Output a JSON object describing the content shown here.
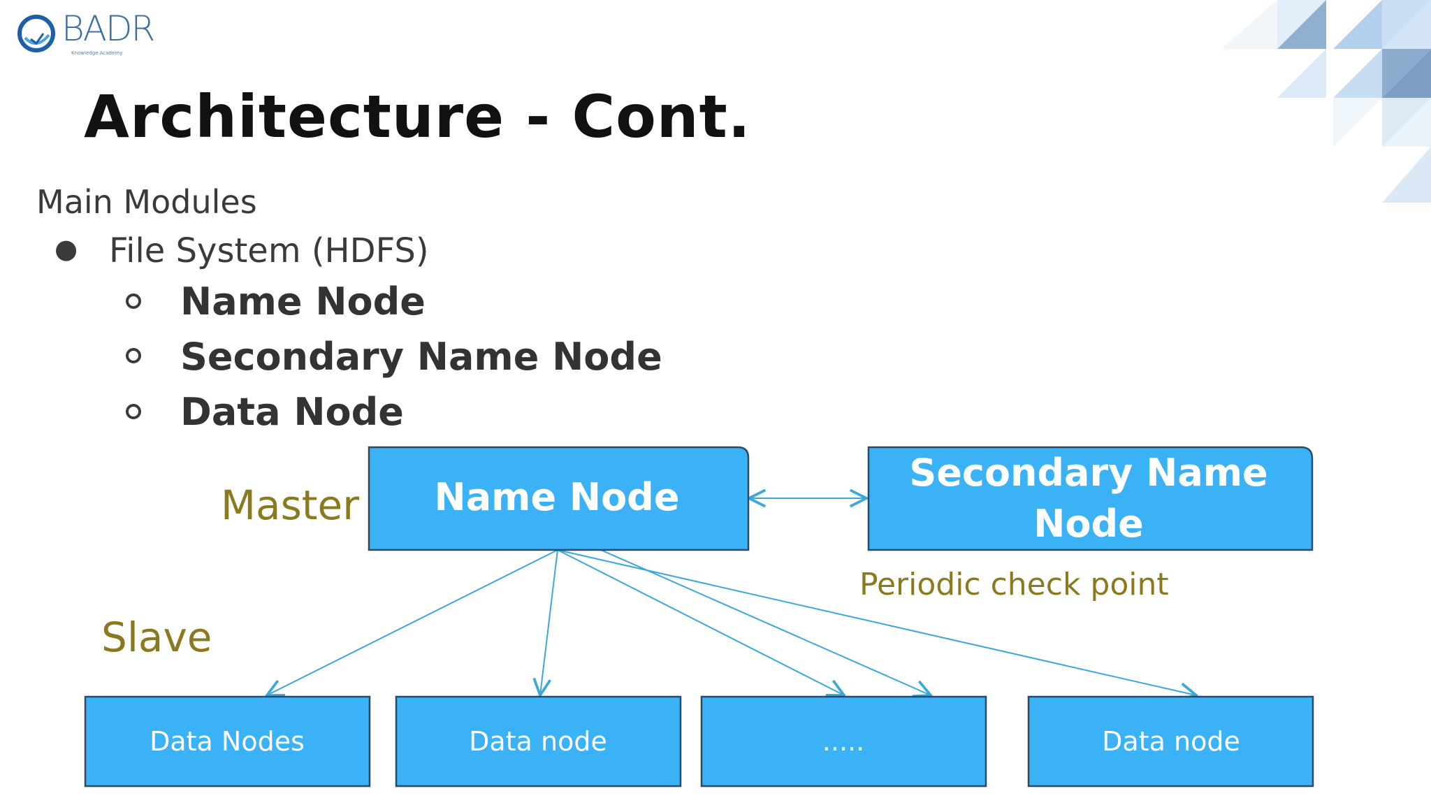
{
  "logo": {
    "text": "BADR",
    "subtext": "Knowledge Academy"
  },
  "title": "Architecture - Cont.",
  "subtitle": "Main Modules",
  "bullets": {
    "main": "File System (HDFS)",
    "sub": [
      "Name Node",
      "Secondary Name Node",
      "Data Node"
    ]
  },
  "diagram": {
    "master_label": "Master",
    "slave_label": "Slave",
    "name_node": "Name Node",
    "secondary_line1": "Secondary Name",
    "secondary_line2": "Node",
    "checkpoint_label": "Periodic check point",
    "data_nodes": [
      "Data Nodes",
      "Data node",
      ".....",
      "Data node"
    ],
    "colors": {
      "box": "#3bb2f5",
      "box_border": "#2a4a6a",
      "arrow": "#3aa8d8",
      "label": "#8a7a1f",
      "box_text": "#ffffff"
    }
  }
}
